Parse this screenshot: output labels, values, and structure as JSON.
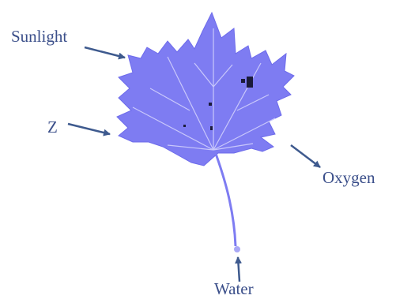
{
  "colors": {
    "leaf_fill": "#7e7cf2",
    "leaf_edge": "#6d6beb",
    "vein": "#c9c8fb",
    "label": "#3b4f8a",
    "arrow": "#3e5a8e",
    "spot": "#1b1b3a"
  },
  "labels": {
    "sunlight": "Sunlight",
    "z": "Z",
    "oxygen": "Oxygen",
    "water": "Water"
  }
}
